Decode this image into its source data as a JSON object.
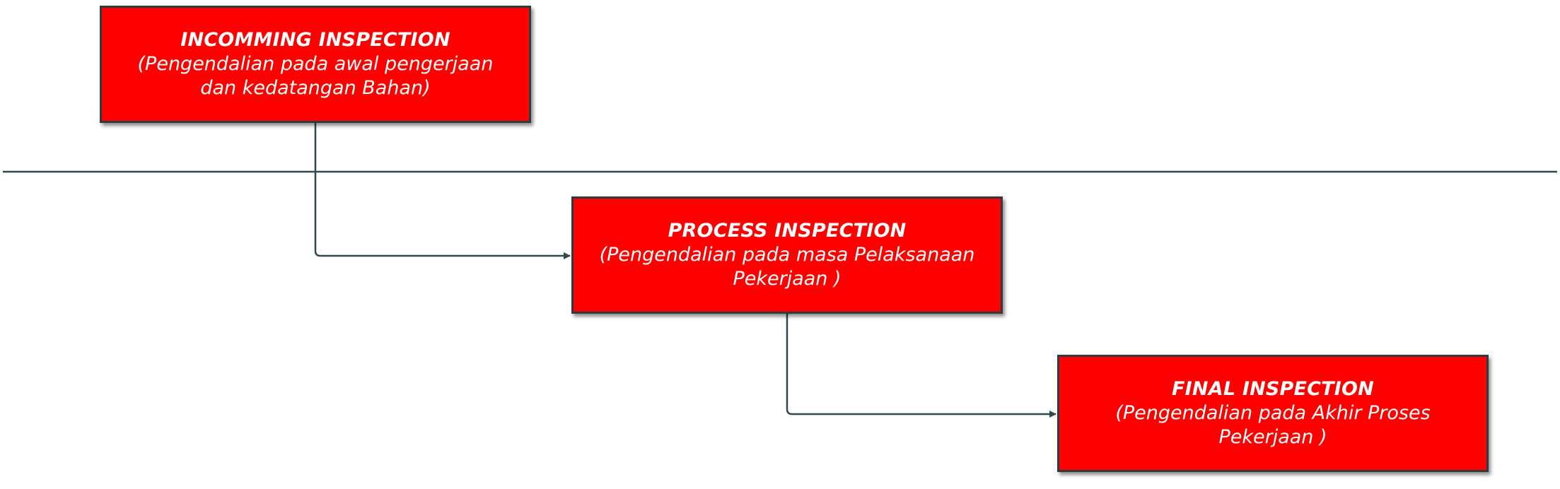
{
  "colors": {
    "box_fill": "#ff0000",
    "line": "#2f4a4f",
    "text": "#ffffff"
  },
  "boxes": {
    "incoming": {
      "title": "INCOMMING INSPECTION",
      "desc_line1": "(Pengendalian pada awal pengerjaan",
      "desc_line2": "dan kedatangan Bahan)"
    },
    "process": {
      "title": "PROCESS INSPECTION",
      "desc_line1": "(Pengendalian pada masa Pelaksanaan",
      "desc_line2": "Pekerjaan )"
    },
    "final": {
      "title": "FINAL INSPECTION",
      "desc_line1": "(Pengendalian pada Akhir Proses",
      "desc_line2": "Pekerjaan )"
    }
  },
  "connectors": [
    {
      "from": "incoming",
      "to": "process"
    },
    {
      "from": "process",
      "to": "final"
    }
  ]
}
